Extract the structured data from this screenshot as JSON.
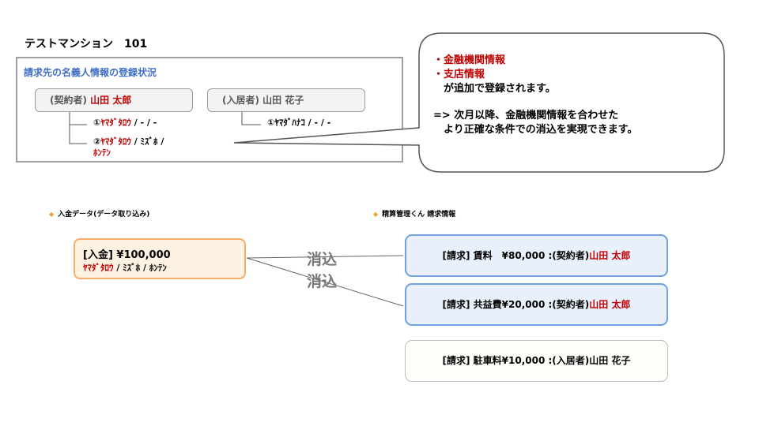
{
  "title": "テストマンション　101",
  "panel": {
    "title": "請求先の名義人情報の登録状況",
    "contractor": {
      "role": "(契約者)",
      "name": "山田 太郎"
    },
    "resident": {
      "role": "(入居者)",
      "name": "山田 花子"
    },
    "contractor_entries": [
      {
        "marker": "①",
        "red": "ﾔﾏﾀﾞﾀﾛｳ",
        "rest": " / - / -"
      },
      {
        "marker": "②",
        "red": "ﾔﾏﾀﾞﾀﾛｳ",
        "rest": " / ﾐｽﾞﾎ /",
        "line2": "ﾎﾝﾃﾝ"
      }
    ],
    "resident_entries": [
      {
        "marker": "①",
        "text": "ﾔﾏﾀﾞﾊﾅｺ / - / -"
      }
    ]
  },
  "callout": {
    "line1": "・金融機関情報",
    "line2": "・支店情報",
    "line3": "　が追加で登録されます。",
    "line4": "=> 次月以降、金融機関情報を合わせた",
    "line5": "　より正確な条件での消込を実現できます。"
  },
  "deposit_section": {
    "label": "入金データ(データ取り込み)",
    "line1": "[入金] ¥100,000",
    "line2_red": "ﾔﾏﾀﾞﾀﾛｳ",
    "line2_rest": " / ﾐｽﾞﾎ / ﾎﾝﾃﾝ"
  },
  "invoice_section": {
    "label": "精算管理くん 請求情報",
    "items": [
      {
        "text": "[請求] 賃料　¥80,000 :(契約者)",
        "name": "山田 太郎",
        "name_color": "red"
      },
      {
        "text": "[請求] 共益費¥20,000 :(契約者)",
        "name": "山田 太郎",
        "name_color": "red"
      },
      {
        "text": "[請求] 駐車料¥10,000 :(入居者)",
        "name": "山田 花子",
        "name_color": "black"
      }
    ]
  },
  "match_label_1": "消込",
  "match_label_2": "消込",
  "colors": {
    "red": "#c00000",
    "panel_title_blue": "#3f6fc6",
    "deposit_border": "#f3b06a",
    "invoice_border": "#6fa0e6"
  }
}
